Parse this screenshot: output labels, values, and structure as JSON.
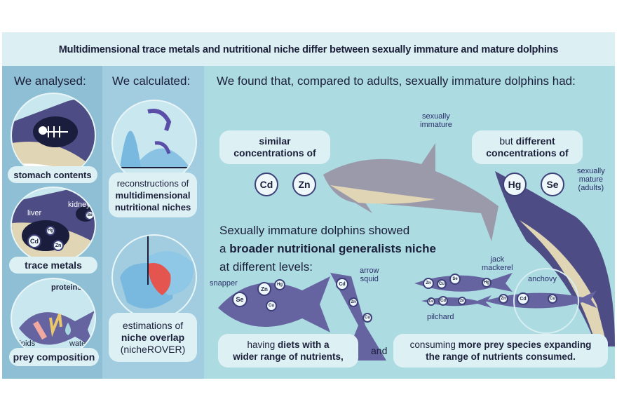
{
  "title": "Multidimensional trace metals and nutritional niche differ between sexually immature and mature dolphins",
  "col1": {
    "heading": "We analysed:",
    "items": [
      "stomach contents",
      "trace metals",
      "prey composition"
    ],
    "organ_labels": {
      "liver": "liver",
      "kidney": "kidney"
    },
    "elements": [
      "Cd",
      "Hg",
      "Zn",
      "Se"
    ],
    "composition_labels": {
      "proteins": "proteins",
      "lipids": "lipids",
      "water": "water"
    }
  },
  "col2": {
    "heading": "We calculated:",
    "item1": {
      "line1": "reconstructions of",
      "line2": "multidimensional",
      "line3": "nutritional niches"
    },
    "item2": {
      "line1": "estimations of",
      "line2": "niche overlap",
      "line3": "(nicheROVER)"
    }
  },
  "col3": {
    "heading": "We found that, compared to adults, sexually immature dolphins had:",
    "similar": {
      "line1": "similar",
      "line2": "concentrations of",
      "elements": [
        "Cd",
        "Zn"
      ]
    },
    "different": {
      "prefix": "but ",
      "bold": "different",
      "line2": "concentrations of",
      "elements": [
        "Hg",
        "Se"
      ]
    },
    "immature_label": "sexually\nimmature",
    "mature_label": "sexually\nmature\n(adults)",
    "niche": {
      "line1": "Sexually immature dolphins showed",
      "line2_prefix": "a ",
      "line2_bold": "broader nutritional generalists niche",
      "line3": "at different levels:"
    },
    "prey": {
      "snapper": "snapper",
      "squid": "arrow\nsquid",
      "mackerel": "jack\nmackerel",
      "pilchard": "pilchard",
      "anchovy": "anchovy"
    },
    "prey_elements": {
      "snapper": [
        "Se",
        "Zn",
        "Hg",
        "Cu"
      ],
      "squid": [
        "Cd",
        "Zn",
        "Cu"
      ],
      "mackerel": [
        "Zn",
        "Cu",
        "Se",
        "Hg"
      ],
      "pilchard": [
        "Cu",
        "Cd",
        "Zn"
      ],
      "anchovy": [
        "Zn",
        "Cd",
        "Cu"
      ]
    },
    "finding1": {
      "prefix": "having ",
      "bold1": "diets with a",
      "bold2": "wider range of nutrients,"
    },
    "and": "and",
    "finding2": {
      "prefix": "consuming ",
      "bold1": "more prey species expanding",
      "bold2": "the range of nutrients consumed."
    }
  },
  "colors": {
    "dolphin": "#4d4c84",
    "belly": "#e0d5b4",
    "overlap": "#e5554f",
    "niche": "#79b9e0"
  }
}
